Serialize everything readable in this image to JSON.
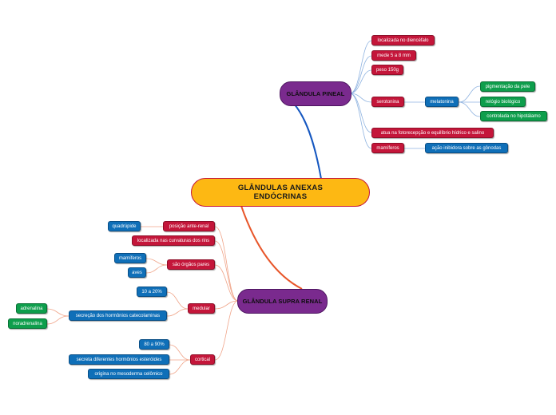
{
  "center": {
    "line1": "GLÂNDULAS ANEXAS",
    "line2": "ENDÓCRINAS"
  },
  "pineal": {
    "title": "GLÂNDULA PINEAL",
    "localizada": "localizada no diencéfalo",
    "mede": "mede 5 a 8 mm",
    "peso": "peso 150g",
    "serotonina": "serotonina",
    "melatonina": "melatonina",
    "pigmentacao": "pigmentação da pele",
    "relogio": "relógio biológico",
    "controlada": "controlada no hipotálamo",
    "atua": "atua na fotorecepção e equilíbrio hídrico e salino",
    "mamiferos": "mamíferos",
    "acao": "ação inibidora sobre as gônodas"
  },
  "supra": {
    "title": "GLÂNDULA SUPRA RENAL",
    "posicao": "posição ante-renal",
    "quadrupede": "quadrúpide",
    "localizada": "localizada nas curvaturas dos rins",
    "orgaos_pares": "são órgãos pares",
    "mamiferos": "mamíferos",
    "aves": "aves",
    "medular": "medular",
    "pct_medular": "10 a 20%",
    "secrecao": "secreção dos hormônios catecolaminas",
    "adrenalina": "adrenalina",
    "noradrenalina": "noradrenalina",
    "cortical": "cortical",
    "pct_cortical": "80 a 90%",
    "secreta": "secreta diferentes hormônios esteróides",
    "origina": "origina no mesoderma celômico"
  }
}
